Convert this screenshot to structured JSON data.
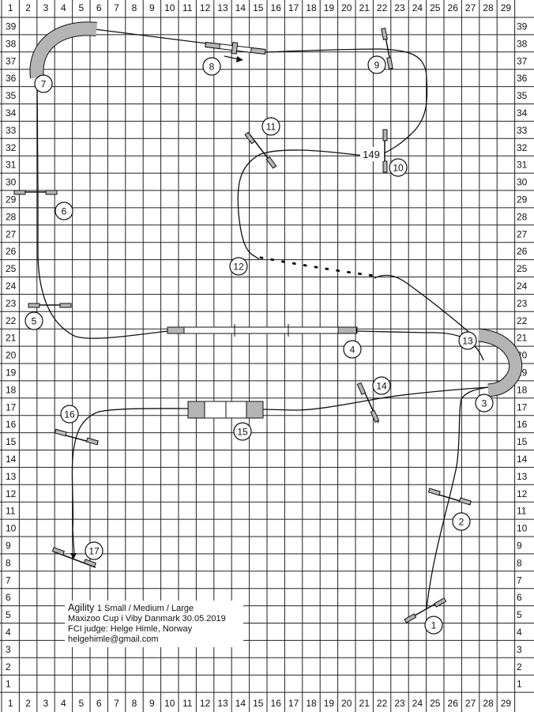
{
  "grid": {
    "col_labels": [
      "1",
      "2",
      "3",
      "4",
      "5",
      "6",
      "7",
      "8",
      "9",
      "10",
      "11",
      "12",
      "13",
      "14",
      "15",
      "16",
      "17",
      "18",
      "19",
      "20",
      "21",
      "22",
      "23",
      "24",
      "25",
      "26",
      "27",
      "28",
      "29"
    ],
    "row_labels": [
      "39",
      "38",
      "37",
      "36",
      "35",
      "34",
      "33",
      "32",
      "31",
      "30",
      "29",
      "28",
      "27",
      "26",
      "25",
      "24",
      "23",
      "22",
      "21",
      "20",
      "19",
      "18",
      "17",
      "16",
      "15",
      "14",
      "13",
      "12",
      "11",
      "10",
      "9",
      "8",
      "7",
      "6",
      "5",
      "4",
      "3",
      "2",
      "1"
    ]
  },
  "course_length": "149",
  "obstacles": [
    {
      "number": "1"
    },
    {
      "number": "2"
    },
    {
      "number": "3"
    },
    {
      "number": "4"
    },
    {
      "number": "5"
    },
    {
      "number": "6"
    },
    {
      "number": "7"
    },
    {
      "number": "8"
    },
    {
      "number": "9"
    },
    {
      "number": "10"
    },
    {
      "number": "11"
    },
    {
      "number": "12"
    },
    {
      "number": "13"
    },
    {
      "number": "14"
    },
    {
      "number": "15"
    },
    {
      "number": "16"
    },
    {
      "number": "17"
    }
  ],
  "info": {
    "title": "Agility",
    "classes": "1 Small / Medium / Large",
    "event": "Maxizoo Cup i Viby Danmark  30.05.2019",
    "judge": "FCI judge: Helge Himle, Norway",
    "email": "helgehimle@gmail.com"
  },
  "colors": {
    "obstacle_fill": "#b4b4b4",
    "line": "#111111",
    "grid": "#222222"
  }
}
